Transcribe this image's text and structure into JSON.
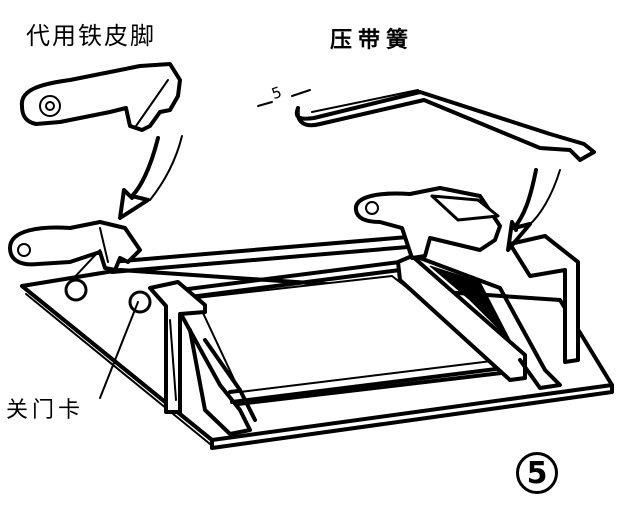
{
  "figure": {
    "number": "5",
    "type": "mechanical assembly line drawing"
  },
  "labels": {
    "iron_foot": "代用铁皮脚",
    "pressure_spring": "压带簧",
    "door_latch": "关门卡",
    "dimension": "5"
  },
  "parts": [
    {
      "id": "substitute-iron-foot",
      "label": "代用铁皮脚",
      "description": "serrated sheet-metal foot with pivot hole"
    },
    {
      "id": "pressure-spring",
      "label": "压带簧",
      "description": "bent wire spring with forked end"
    },
    {
      "id": "door-latch",
      "label": "关门卡",
      "description": "latch pins on base frame"
    },
    {
      "id": "base-frame",
      "label": "",
      "description": "rectangular cassette frame on base plate"
    }
  ],
  "arrows": [
    {
      "from": "substitute-iron-foot",
      "to": "left-mount",
      "style": "lightning"
    },
    {
      "from": "pressure-spring",
      "to": "right-mount",
      "style": "lightning"
    }
  ],
  "colors": {
    "ink": "#000000",
    "paper": "#ffffff"
  }
}
